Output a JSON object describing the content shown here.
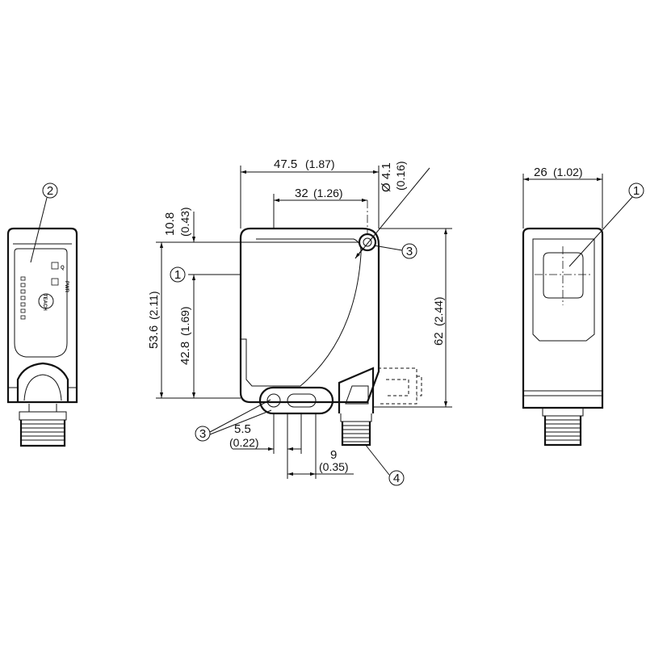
{
  "dimensions": {
    "width_total": {
      "value": "47.5",
      "inch": "(1.87)"
    },
    "width_inner": {
      "value": "32",
      "inch": "(1.26)"
    },
    "hole_diameter": {
      "value": "Ø 4.1",
      "inch": "(0.16)"
    },
    "top_offset": {
      "value": "10.8",
      "inch": "(0.43)"
    },
    "height_left": {
      "value": "53.6",
      "inch": "(2.11)"
    },
    "height_optical": {
      "value": "42.8",
      "inch": "(1.69)"
    },
    "height_total": {
      "value": "62",
      "inch": "(2.44)"
    },
    "hole_offset": {
      "value": "5.5",
      "inch": "(0.22)"
    },
    "slot_width": {
      "value": "9",
      "inch": "(0.35)"
    },
    "depth": {
      "value": "26",
      "inch": "(1.02)"
    }
  },
  "callouts": {
    "optical_axis_mid": "1",
    "optical_axis_right": "1",
    "control_panel": "2",
    "mounting_hole_top": "3",
    "mounting_hole_bottom": "3",
    "connector": "4"
  },
  "panel_labels": {
    "q_label": "Q",
    "pwr_label": "PWR",
    "teach_label": "TEACH"
  }
}
